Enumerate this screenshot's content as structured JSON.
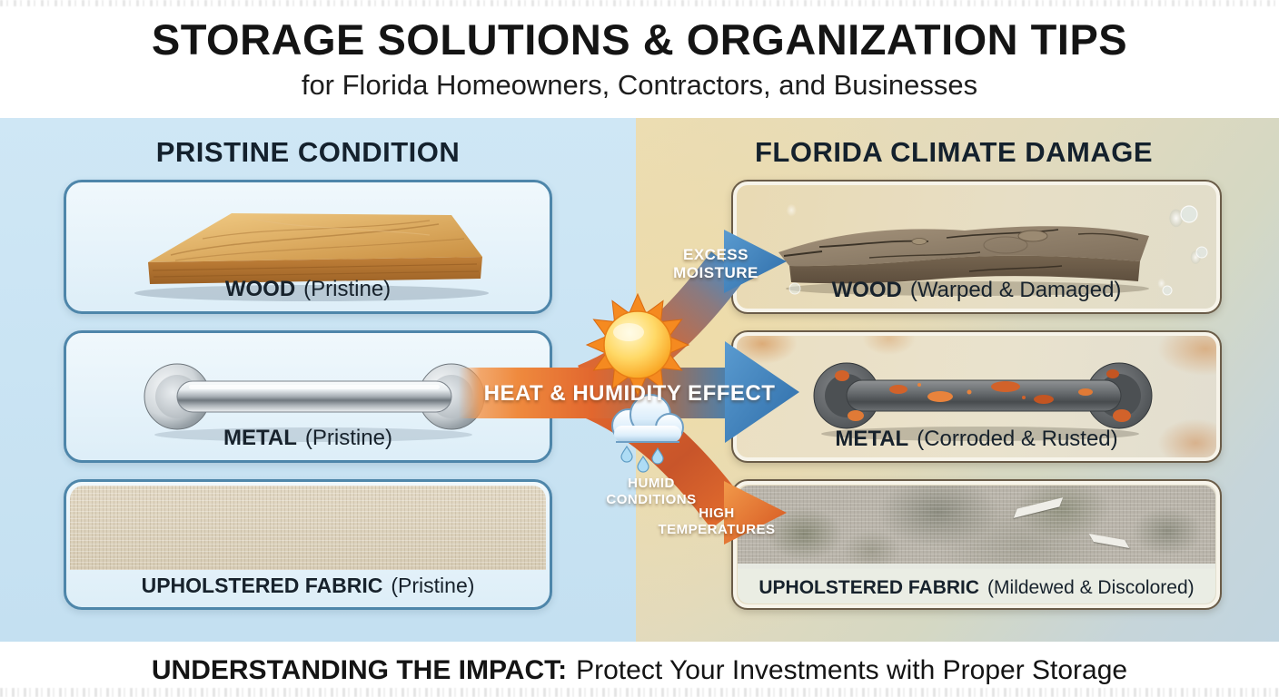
{
  "header": {
    "title": "STORAGE SOLUTIONS & ORGANIZATION TIPS",
    "subtitle": "for Florida Homeowners, Contractors, and Businesses"
  },
  "pristine_panel": {
    "heading": "PRISTINE CONDITION",
    "cards": [
      {
        "material": "WOOD",
        "condition": "(Pristine)"
      },
      {
        "material": "METAL",
        "condition": "(Pristine)"
      },
      {
        "material": "UPHOLSTERED FABRIC",
        "condition": "(Pristine)"
      }
    ]
  },
  "damage_panel": {
    "heading": "FLORIDA CLIMATE DAMAGE",
    "cards": [
      {
        "material": "WOOD",
        "condition": "(Warped & Damaged)"
      },
      {
        "material": "METAL",
        "condition": "(Corroded & Rusted)"
      },
      {
        "material": "UPHOLSTERED FABRIC",
        "condition": "(Mildewed & Discolored)"
      }
    ]
  },
  "center_arrows": {
    "main_label": "HEAT & HUMIDITY EFFECT",
    "excess_line1": "EXCESS",
    "excess_line2": "MOISTURE",
    "humid_line1": "HUMID",
    "humid_line2": "CONDITIONS",
    "high_temp_line1": "HIGH",
    "high_temp_line2": "TEMPERATURES",
    "icons": [
      "sun-icon",
      "rain-cloud-icon"
    ]
  },
  "footer": {
    "emphasis": "UNDERSTANDING THE IMPACT:",
    "message": "Protect Your Investments with Proper Storage"
  },
  "colors": {
    "panel_blue": "#cbe4f3",
    "panel_tan": "#eedcab",
    "panel_steel_blue": "#c2d5e0",
    "arrow_orange": "#e2672e",
    "arrow_blue": "#3b82c4",
    "card_border_blue": "#4e86aa",
    "card_border_brown": "#6a5c48",
    "heading_dark": "#14212d",
    "rust_orange": "#d2622a"
  }
}
